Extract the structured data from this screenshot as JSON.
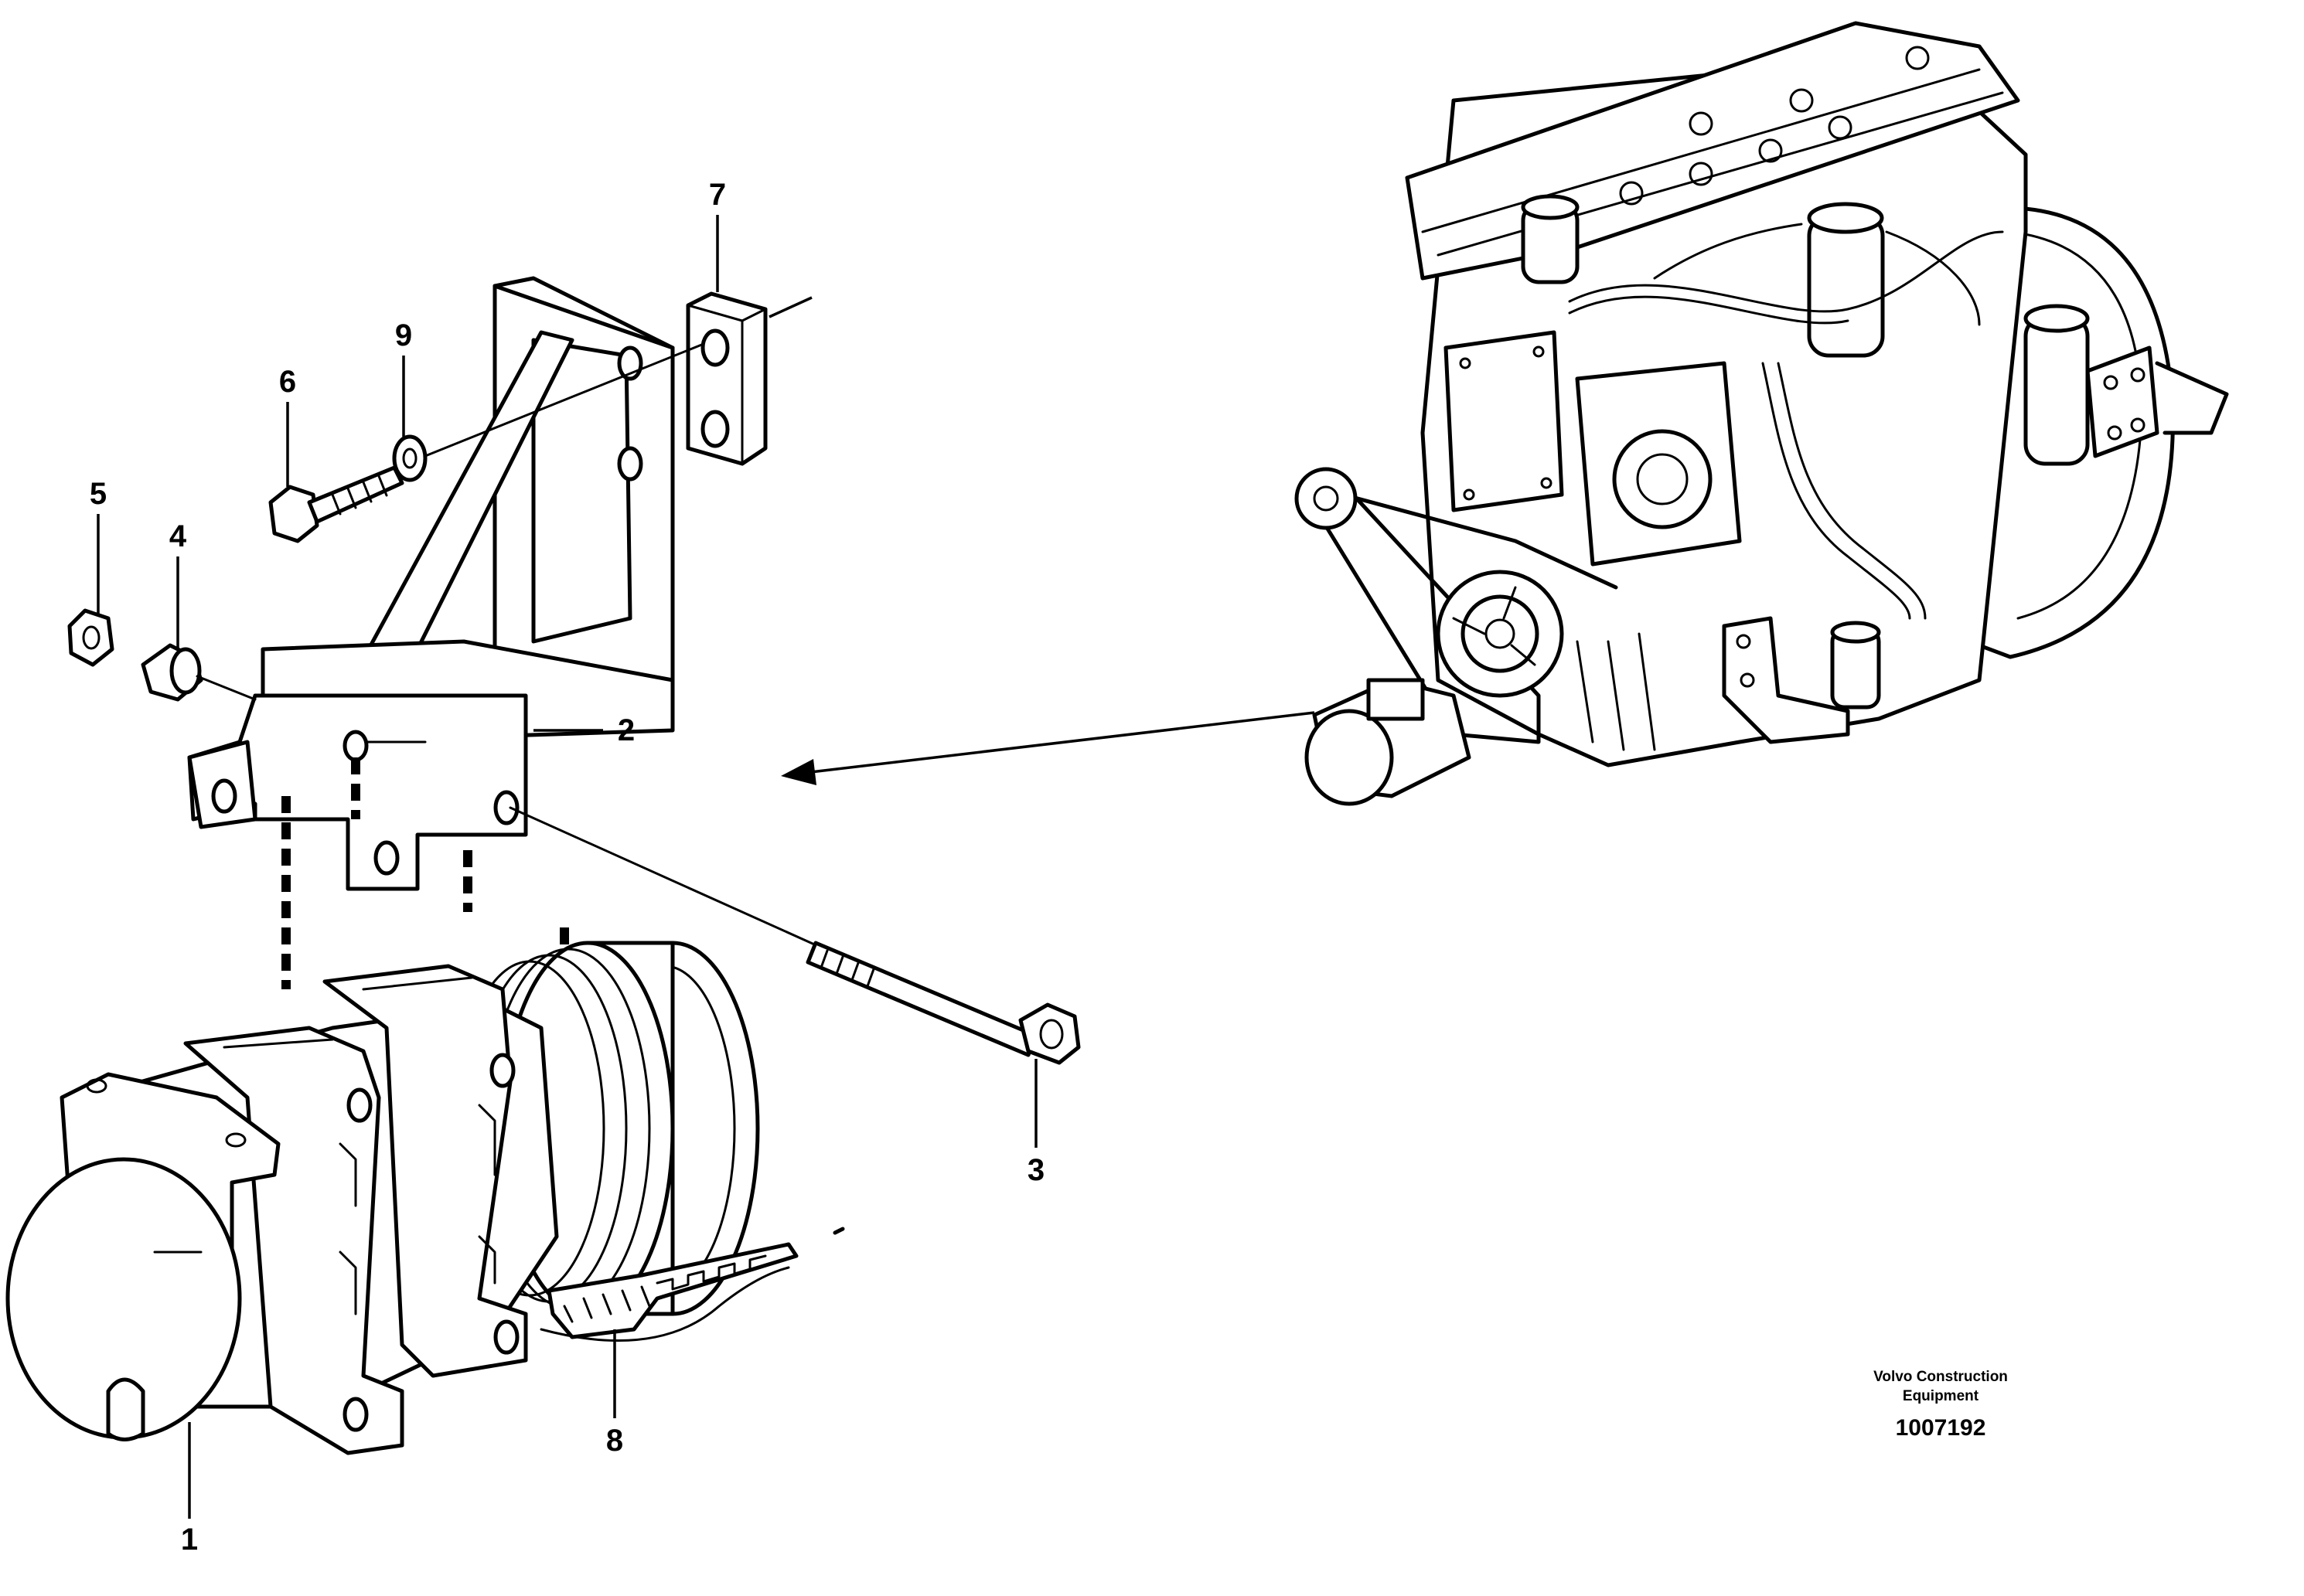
{
  "callouts": [
    {
      "id": "1",
      "label": "1"
    },
    {
      "id": "2",
      "label": "2"
    },
    {
      "id": "3",
      "label": "3"
    },
    {
      "id": "4",
      "label": "4"
    },
    {
      "id": "5",
      "label": "5"
    },
    {
      "id": "6",
      "label": "6"
    },
    {
      "id": "7",
      "label": "7"
    },
    {
      "id": "8",
      "label": "8"
    },
    {
      "id": "9",
      "label": "9"
    }
  ],
  "credit": {
    "line1": "Volvo Construction",
    "line2": "Equipment"
  },
  "document_number": "1007192"
}
